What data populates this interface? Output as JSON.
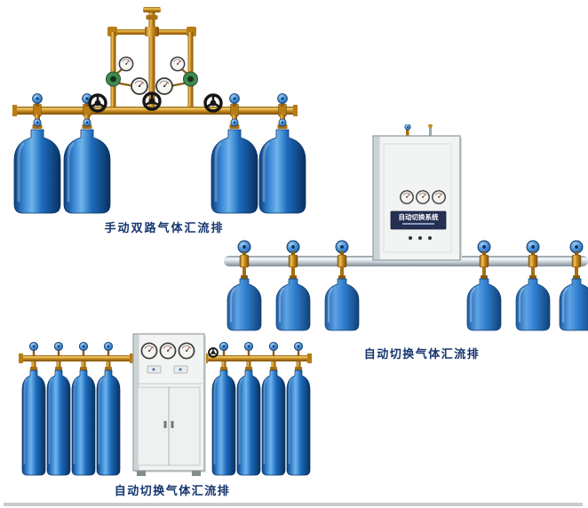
{
  "products": [
    {
      "name": "manual-dual-manifold",
      "caption": "手动双路气体汇流排"
    },
    {
      "name": "auto-switch-manifold-wall",
      "caption": "自动切换气体汇流排",
      "cabinet_label": "自动切换系统"
    },
    {
      "name": "auto-switch-manifold-floor",
      "caption": "自动切换气体汇流排"
    }
  ],
  "colors": {
    "cylinder_blue": "#1e6cbe",
    "brass": "#c8891c",
    "manifold_silver": "#b9c4cb",
    "cabinet_white": "#f2f4f3",
    "caption_navy": "#15356e"
  }
}
